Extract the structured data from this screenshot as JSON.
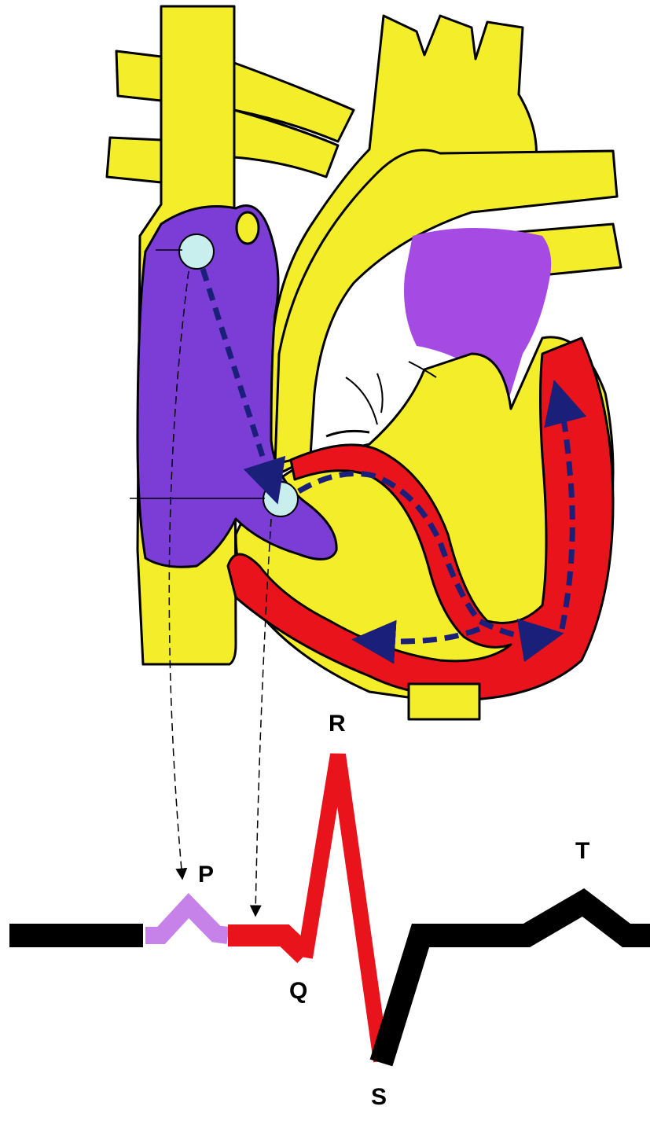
{
  "colors": {
    "background": "#ffffff",
    "heart_outline": "#000000",
    "vessel_yellow": "#f4ee2a",
    "atrium_purple": "#7b3dd6",
    "left_atrium_purple": "#a54be3",
    "ventricle_conduction_red": "#e8131b",
    "node_fill": "#c9eeee",
    "path_arrow": "#1a1f7a",
    "p_wave": "#c682e8",
    "qrs_segment": "#e8131b",
    "baseline": "#000000"
  },
  "icons": {
    "sa_node": "circle-node",
    "av_node": "circle-node",
    "conduction_arrows": "dashed-arrow"
  },
  "ecg_labels": {
    "p": "P",
    "q": "Q",
    "r": "R",
    "s": "S",
    "t": "T"
  }
}
